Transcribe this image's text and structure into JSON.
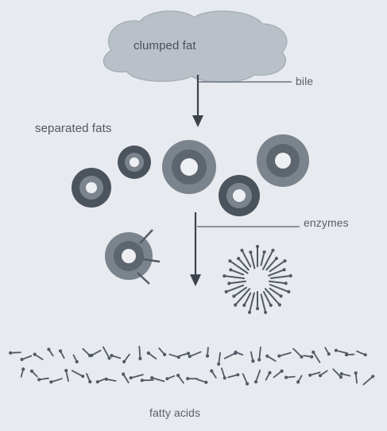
{
  "labels": {
    "clumped_fat": "clumped fat",
    "bile": "bile",
    "separated_fats": "separated fats",
    "enzymes": "enzymes",
    "fatty_acids": "fatty acids"
  },
  "colors": {
    "background": "#e7eaee",
    "cloud": "#b9c0c8",
    "ring_outer": "#7b838c",
    "ring_mid": "#4b535d",
    "ring_hole": "#edeff2",
    "arrow": "#3c434c",
    "leader_line": "#6d7580",
    "fragment": "#525a64"
  }
}
